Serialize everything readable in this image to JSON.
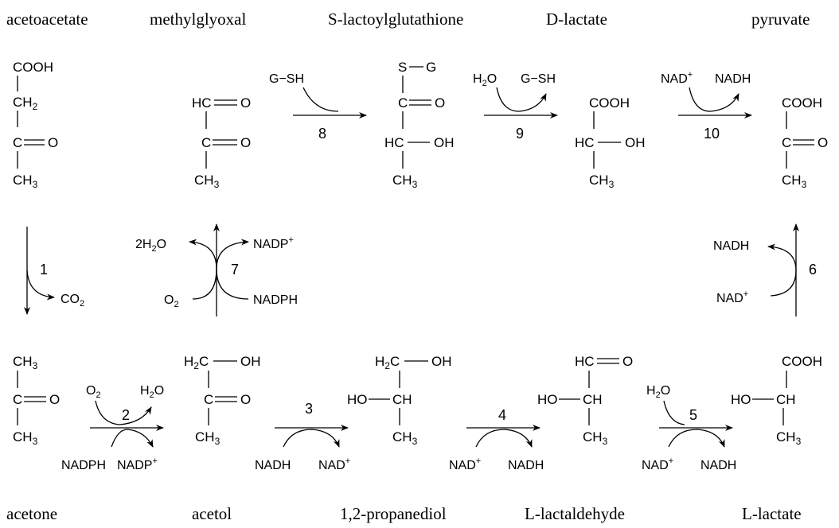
{
  "top_names": {
    "acetoacetate": "acetoacetate",
    "methylglyoxal": "methylglyoxal",
    "lactoylglutathione": "S-lactoylglutathione",
    "d_prefix": "D",
    "d_lactate_suffix": "-lactate",
    "pyruvate": "pyruvate"
  },
  "bottom_names": {
    "acetone": "acetone",
    "acetol": "acetol",
    "propanediol": "1,2-propanediol",
    "l_prefix1": "L",
    "lactaldehyde_suffix": "-lactaldehyde",
    "l_prefix2": "L",
    "lactate_suffix": "-lactate"
  },
  "atoms": {
    "cooh": "COOH",
    "ch2": "CH",
    "c": "C",
    "o": "O",
    "ch3": "CH",
    "hc": "HC",
    "oh": "OH",
    "s": "S",
    "g": "G",
    "ho": "HO",
    "ch": "CH",
    "h2c": "H",
    "h2c_c": "C",
    "sub2": "2",
    "sub3": "3"
  },
  "cofactors": {
    "gsh": "G",
    "gsh_dash": "SH",
    "h2o": "H",
    "h2o_o": "O",
    "nad": "NAD",
    "nadh": "NADH",
    "plus": "+",
    "co2": "CO",
    "o2": "O",
    "two_h2o": "2H",
    "nadp": "NADP",
    "nadph": "NADPH"
  },
  "reactions": [
    "1",
    "2",
    "3",
    "4",
    "5",
    "6",
    "7",
    "8",
    "9",
    "10"
  ]
}
